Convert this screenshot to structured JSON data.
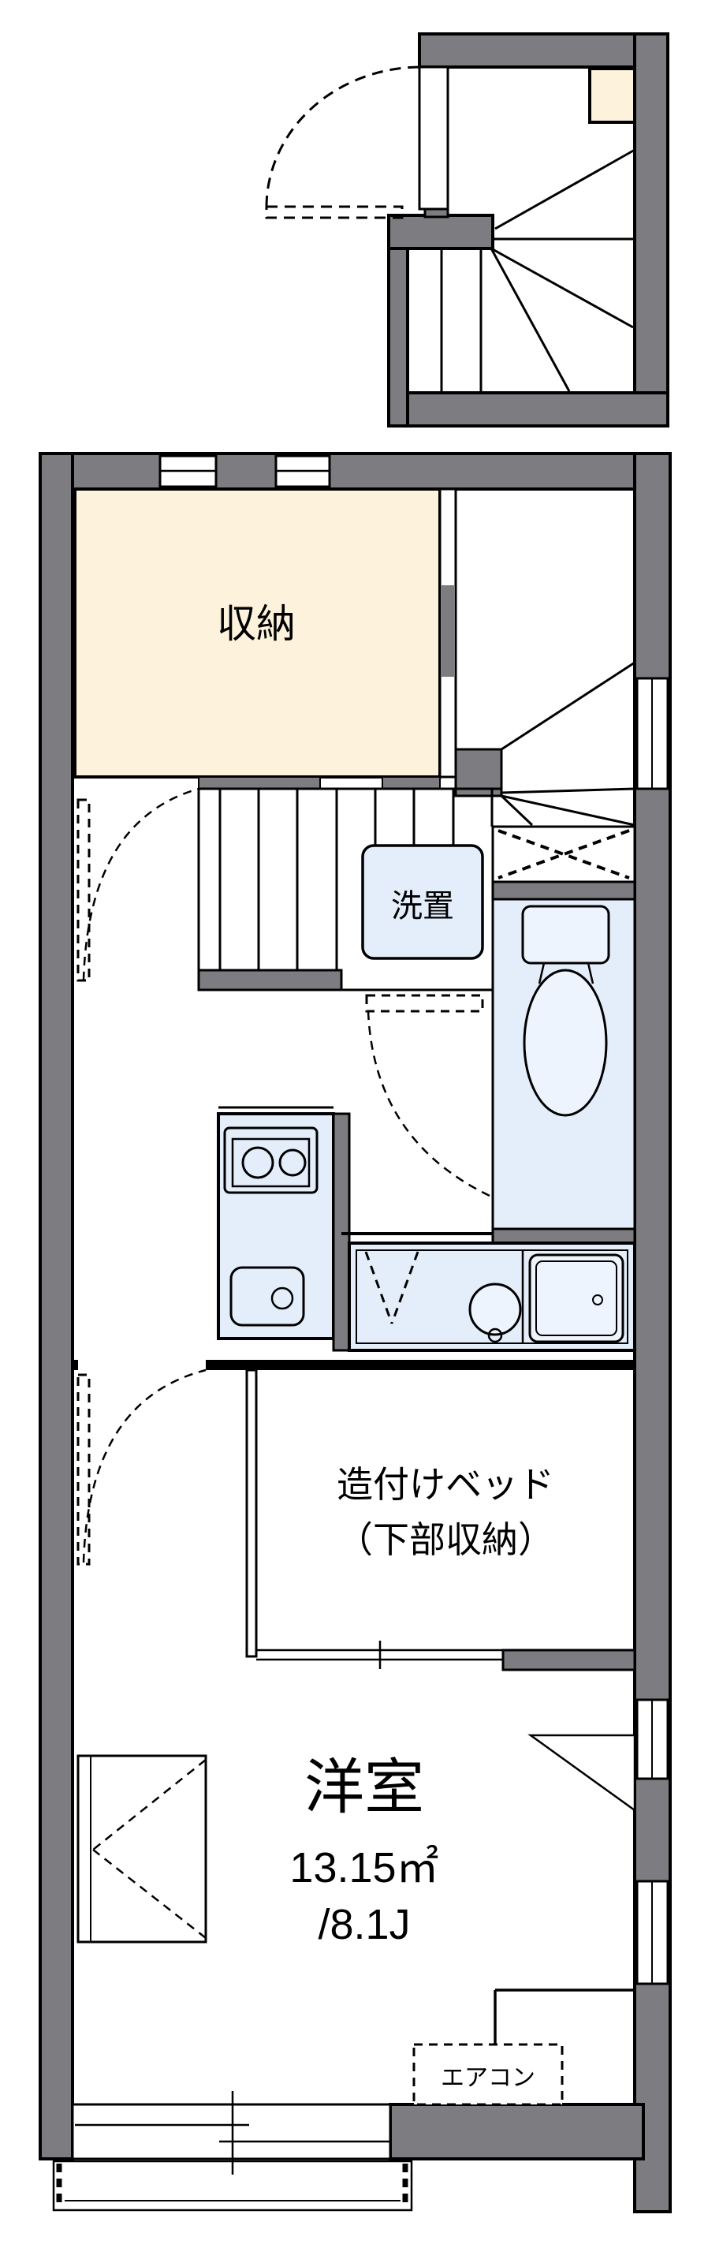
{
  "colors": {
    "wall": "#7d7d81",
    "outline": "#000000",
    "storage_fill": "#fdf3dd",
    "wet_fill": "#e4edfa",
    "fixture_fill": "#eef4fd",
    "bg": "#ffffff"
  },
  "labels": {
    "storage": "収納",
    "washer": "洗置",
    "bed_line1": "造付けベッド",
    "bed_line2": "（下部収納）",
    "room": "洋室",
    "room_area_sqm": "13.15㎡",
    "room_area_jo": "/8.1J",
    "aircon": "エアコン"
  }
}
